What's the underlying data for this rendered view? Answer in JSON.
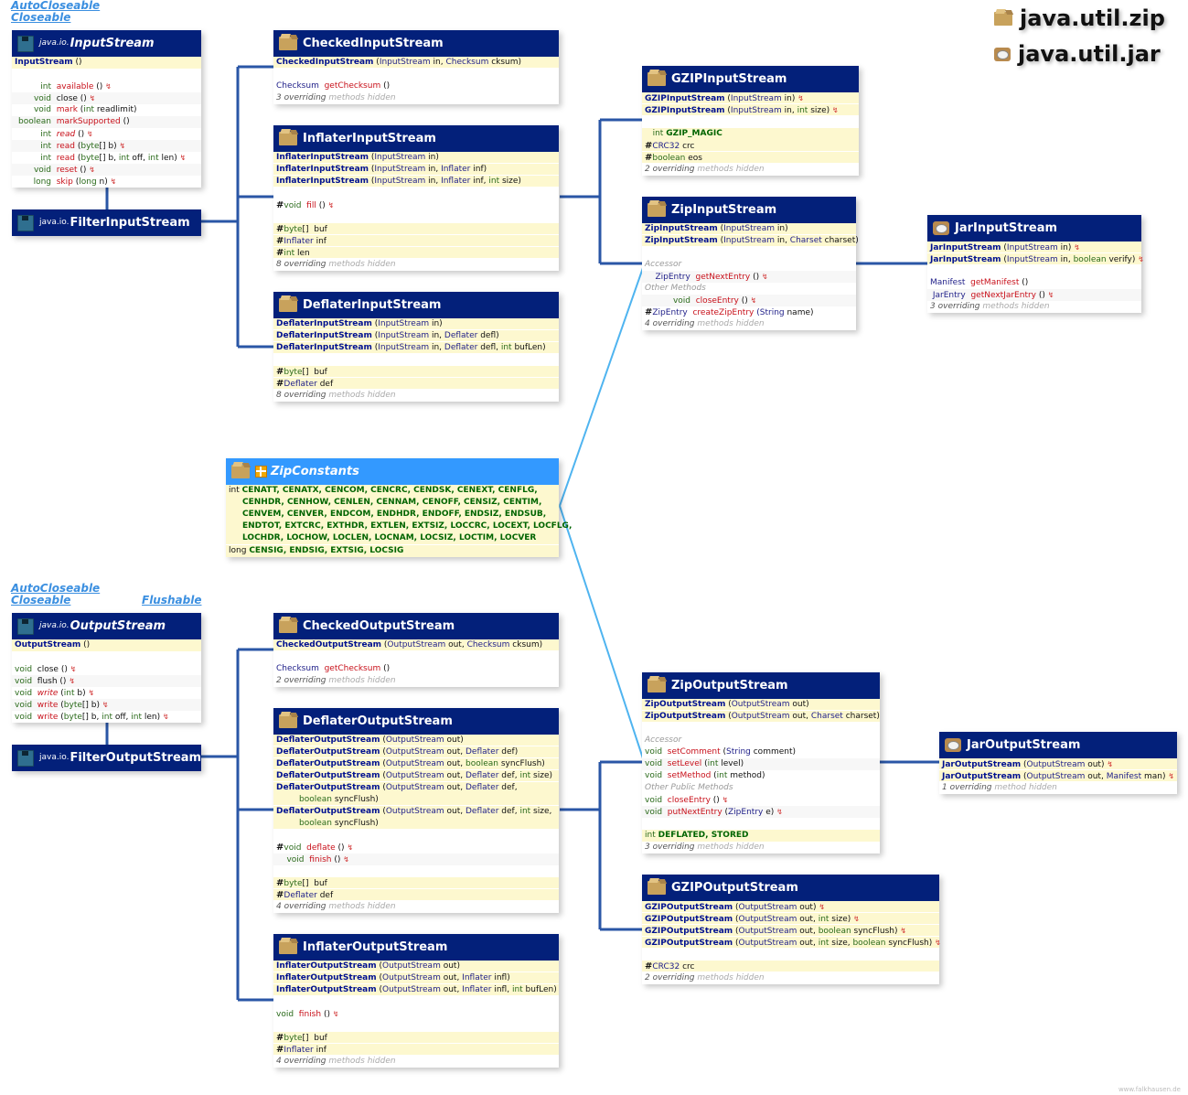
{
  "legend": [
    {
      "label": "java.util.zip",
      "icon": "package-box-icon"
    },
    {
      "label": "java.util.jar",
      "icon": "jar-icon"
    }
  ],
  "credit": "www.falkhausen.de",
  "interfaces_in": [
    "AutoCloseable",
    "Closeable"
  ],
  "interfaces_out": [
    "AutoCloseable",
    "Closeable",
    "Flushable"
  ],
  "InputStream": {
    "pkg": "java.io.",
    "name": "InputStream",
    "ctor": "InputStream",
    "methods": [
      {
        "type": "int",
        "name": "available",
        "params": "()",
        "ovr": true
      },
      {
        "type": "void",
        "name": "close",
        "params": "()",
        "ovr": true,
        "plain": true
      },
      {
        "type": "void",
        "name": "mark",
        "params": "(int readlimit)"
      },
      {
        "type": "boolean",
        "name": "markSupported",
        "params": "()"
      },
      {
        "type": "int",
        "name": "read",
        "params": "()",
        "ovr": true,
        "italic": true
      },
      {
        "type": "int",
        "name": "read",
        "params": "(byte[] b)",
        "ovr": true
      },
      {
        "type": "int",
        "name": "read",
        "params": "(byte[] b, int off, int len)",
        "ovr": true
      },
      {
        "type": "void",
        "name": "reset",
        "params": "()",
        "ovr": true
      },
      {
        "type": "long",
        "name": "skip",
        "params": "(long n)",
        "ovr": true
      }
    ]
  },
  "FilterInputStream": {
    "pkg": "java.io.",
    "name": "FilterInputStream"
  },
  "CheckedInputStream": {
    "name": "CheckedInputStream",
    "ctors": [
      "(InputStream in, Checksum cksum)"
    ],
    "method_type": "Checksum",
    "method_name": "getChecksum",
    "method_params": "()",
    "hidden_count": "3",
    "hidden_word": "overriding",
    "hidden_rest": "methods hidden"
  },
  "InflaterInputStream": {
    "name": "InflaterInputStream",
    "ctors": [
      "(InputStream in)",
      "(InputStream in, Inflater inf)",
      "(InputStream in, Inflater inf, int size)"
    ],
    "method": {
      "type": "void",
      "name": "fill",
      "params": "()"
    },
    "fields": [
      {
        "type": "byte[]",
        "name": "buf"
      },
      {
        "type": "Inflater",
        "name": "inf"
      },
      {
        "type": "int",
        "name": "len"
      }
    ],
    "hidden_count": "8",
    "hidden_word": "overriding",
    "hidden_rest": "methods hidden"
  },
  "DeflaterInputStream": {
    "name": "DeflaterInputStream",
    "ctors": [
      "(InputStream in)",
      "(InputStream in, Deflater defl)",
      "(InputStream in, Deflater defl, int bufLen)"
    ],
    "fields": [
      {
        "type": "byte[]",
        "name": "buf"
      },
      {
        "type": "Deflater",
        "name": "def"
      }
    ],
    "hidden_count": "8",
    "hidden_word": "overriding",
    "hidden_rest": "methods hidden"
  },
  "GZIPInputStream": {
    "name": "GZIPInputStream",
    "ctors": [
      "(InputStream in)",
      "(InputStream in, int size)"
    ],
    "const_type": "int",
    "const_name": "GZIP_MAGIC",
    "fields": [
      {
        "type": "CRC32",
        "name": "crc"
      },
      {
        "type": "boolean",
        "name": "eos"
      }
    ],
    "hidden_count": "2",
    "hidden_word": "overriding",
    "hidden_rest": "methods hidden"
  },
  "ZipInputStream": {
    "name": "ZipInputStream",
    "ctors": [
      "(InputStream in)",
      "(InputStream in, Charset charset)"
    ],
    "sect_accessor": "Accessor",
    "m1": {
      "type": "ZipEntry",
      "name": "getNextEntry",
      "params": "()"
    },
    "sect_other": "Other Methods",
    "m2": {
      "type": "void",
      "name": "closeEntry",
      "params": "()"
    },
    "m3": {
      "type": "ZipEntry",
      "name": "createZipEntry",
      "params": "(String name)"
    },
    "hidden_count": "4",
    "hidden_word": "overriding",
    "hidden_rest": "methods hidden"
  },
  "JarInputStream": {
    "name": "JarInputStream",
    "ctors": [
      "(InputStream in)",
      "(InputStream in, boolean verify)"
    ],
    "m1": {
      "type": "Manifest",
      "name": "getManifest",
      "params": "()"
    },
    "m2": {
      "type": "JarEntry",
      "name": "getNextJarEntry",
      "params": "()"
    },
    "hidden_count": "3",
    "hidden_word": "overriding",
    "hidden_rest": "methods hidden"
  },
  "ZipConstants": {
    "name": "ZipConstants",
    "int_type": "int",
    "int_lines": [
      "CENATT, CENATX, CENCOM, CENCRC, CENDSK, CENEXT, CENFLG,",
      "CENHDR, CENHOW, CENLEN, CENNAM, CENOFF, CENSIZ, CENTIM,",
      "CENVEM, CENVER, ENDCOM, ENDHDR, ENDOFF, ENDSIZ, ENDSUB,",
      "ENDTOT, EXTCRC, EXTHDR, EXTLEN, EXTSIZ, LOCCRC, LOCEXT, LOCFLG,",
      "LOCHDR, LOCHOW, LOCLEN, LOCNAM, LOCSIZ, LOCTIM, LOCVER"
    ],
    "long_type": "long",
    "long_line": "CENSIG, ENDSIG, EXTSIG, LOCSIG"
  },
  "OutputStream": {
    "pkg": "java.io.",
    "name": "OutputStream",
    "ctor": "OutputStream",
    "methods": [
      {
        "type": "void",
        "name": "close",
        "params": "()"
      },
      {
        "type": "void",
        "name": "flush",
        "params": "()"
      },
      {
        "type": "void",
        "name": "write",
        "params": "(int b)"
      },
      {
        "type": "void",
        "name": "write",
        "params": "(byte[] b)"
      },
      {
        "type": "void",
        "name": "write",
        "params": "(byte[] b, int off, int len)"
      }
    ]
  },
  "FilterOutputStream": {
    "pkg": "java.io.",
    "name": "FilterOutputStream"
  },
  "CheckedOutputStream": {
    "name": "CheckedOutputStream",
    "ctors": [
      "(OutputStream out, Checksum cksum)"
    ],
    "method_type": "Checksum",
    "method_name": "getChecksum",
    "method_params": "()",
    "hidden_count": "2",
    "hidden_word": "overriding",
    "hidden_rest": "methods hidden"
  },
  "DeflaterOutputStream": {
    "name": "DeflaterOutputStream",
    "ctors": [
      "(OutputStream out)",
      "(OutputStream out, Deflater def)",
      "(OutputStream out, boolean syncFlush)",
      "(OutputStream out, Deflater def, int size)",
      "(OutputStream out, Deflater def,",
      "(OutputStream out, Deflater def, int size,"
    ],
    "ctor_cont": "boolean syncFlush)",
    "m1": {
      "type": "void",
      "name": "deflate",
      "params": "()"
    },
    "m2": {
      "type": "void",
      "name": "finish",
      "params": "()"
    },
    "fields": [
      {
        "type": "byte[]",
        "name": "buf"
      },
      {
        "type": "Deflater",
        "name": "def"
      }
    ],
    "hidden_count": "4",
    "hidden_word": "overriding",
    "hidden_rest": "methods hidden"
  },
  "InflaterOutputStream": {
    "name": "InflaterOutputStream",
    "ctors": [
      "(OutputStream out)",
      "(OutputStream out, Inflater infl)",
      "(OutputStream out, Inflater infl, int bufLen)"
    ],
    "m1": {
      "type": "void",
      "name": "finish",
      "params": "()"
    },
    "fields": [
      {
        "type": "byte[]",
        "name": "buf"
      },
      {
        "type": "Inflater",
        "name": "inf"
      }
    ],
    "hidden_count": "4",
    "hidden_word": "overriding",
    "hidden_rest": "methods hidden"
  },
  "ZipOutputStream": {
    "name": "ZipOutputStream",
    "ctors": [
      "(OutputStream out)",
      "(OutputStream out, Charset charset)"
    ],
    "sect_accessor": "Accessor",
    "acc": [
      {
        "type": "void",
        "name": "setComment",
        "params": "(String comment)"
      },
      {
        "type": "void",
        "name": "setLevel",
        "params": "(int level)"
      },
      {
        "type": "void",
        "name": "setMethod",
        "params": "(int method)"
      }
    ],
    "sect_other": "Other Public Methods",
    "other": [
      {
        "type": "void",
        "name": "closeEntry",
        "params": "()"
      },
      {
        "type": "void",
        "name": "putNextEntry",
        "params": "(ZipEntry e)"
      }
    ],
    "const_type": "int",
    "const_names": "DEFLATED, STORED",
    "hidden_count": "3",
    "hidden_word": "overriding",
    "hidden_rest": "methods hidden"
  },
  "GZIPOutputStream": {
    "name": "GZIPOutputStream",
    "ctors": [
      "(OutputStream out)",
      "(OutputStream out, int size)",
      "(OutputStream out, boolean syncFlush)",
      "(OutputStream out, int size, boolean syncFlush)"
    ],
    "fields": [
      {
        "type": "CRC32",
        "name": "crc"
      }
    ],
    "hidden_count": "2",
    "hidden_word": "overriding",
    "hidden_rest": "methods hidden"
  },
  "JarOutputStream": {
    "name": "JarOutputStream",
    "ctors": [
      "(OutputStream out)",
      "(OutputStream out, Manifest man)"
    ],
    "hidden_count": "1",
    "hidden_word": "overriding",
    "hidden_rest": "method hidden"
  },
  "override_marker": "↯"
}
